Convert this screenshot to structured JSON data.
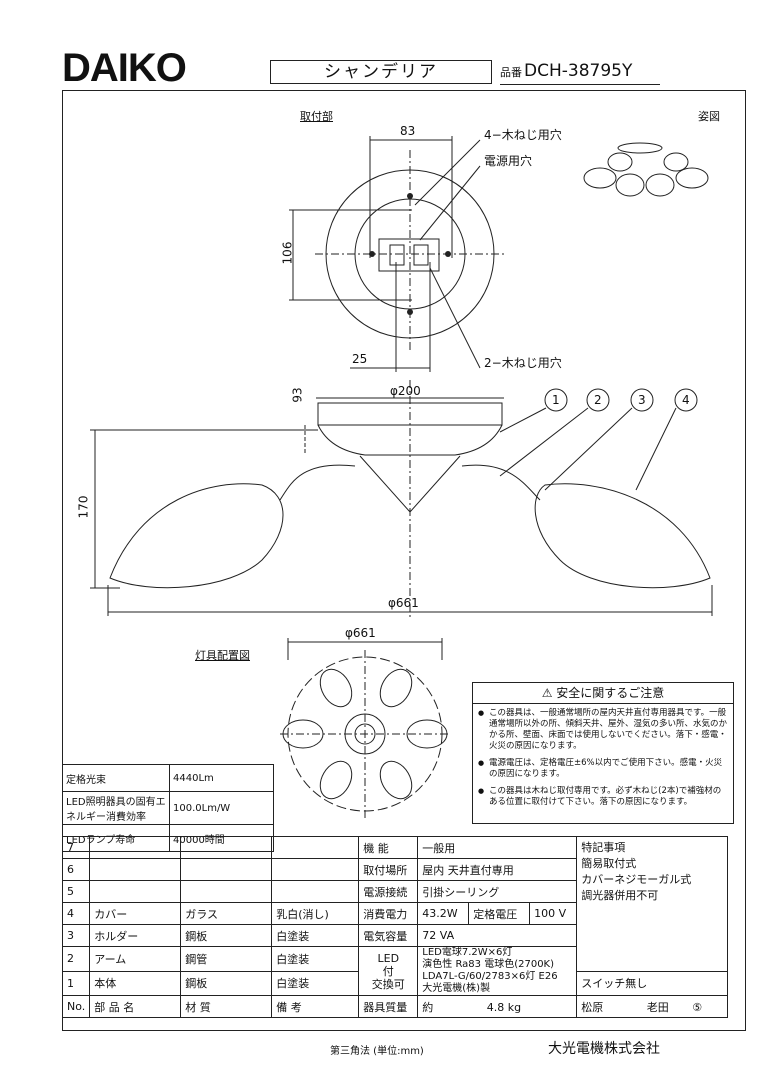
{
  "logo": "DAIKO",
  "title": "シャンデリア",
  "model_label": "品番",
  "model": "DCH-38795Y",
  "view_labels": {
    "mount": "取付部",
    "perspective": "姿図",
    "layout": "灯具配置図"
  },
  "dims": {
    "d83": "83",
    "d106": "106",
    "d25": "25",
    "d93": "93",
    "d170": "170",
    "d200": "φ200",
    "d661a": "φ661",
    "d661b": "φ661"
  },
  "callouts": {
    "screw4": "4−木ねじ用穴",
    "power": "電源用穴",
    "screw2": "2−木ねじ用穴",
    "n1": "1",
    "n2": "2",
    "n3": "3",
    "n4": "4"
  },
  "safety": {
    "title": "安全に関するご注意",
    "items": [
      "この器具は、一般通常場所の屋内天井直付専用器具です。一般通常場所以外の所、傾斜天井、屋外、湿気の多い所、水気のかかる所、壁面、床面では使用しないでください。落下・感電・火災の原因になります。",
      "電源電圧は、定格電圧±6%以内でご使用下さい。感電・火災の原因になります。",
      "この器具は木ねじ取付専用です。必ず木ねじ(2本)で補強材のある位置に取付けて下さい。落下の原因になります。"
    ]
  },
  "spec": [
    {
      "k": "定格光束",
      "v": "4440Lm"
    },
    {
      "k": "LED照明器具の固有エネルギー消費効率",
      "v": "100.0Lm/W"
    },
    {
      "k": "LEDランプ寿命",
      "v": "40000時間"
    }
  ],
  "parts_rows": [
    {
      "no": "7",
      "name": "",
      "mat": "",
      "finish": ""
    },
    {
      "no": "6",
      "name": "",
      "mat": "",
      "finish": ""
    },
    {
      "no": "5",
      "name": "",
      "mat": "",
      "finish": ""
    },
    {
      "no": "4",
      "name": "カバー",
      "mat": "ガラス",
      "finish": "乳白(消し)"
    },
    {
      "no": "3",
      "name": "ホルダー",
      "mat": "鋼板",
      "finish": "白塗装"
    },
    {
      "no": "2",
      "name": "アーム",
      "mat": "鋼管",
      "finish": "白塗装"
    },
    {
      "no": "1",
      "name": "本体",
      "mat": "鋼板",
      "finish": "白塗装"
    }
  ],
  "parts_header": {
    "no": "No.",
    "name": "部 品 名",
    "mat": "材 質",
    "finish": "備 考"
  },
  "info": {
    "function_k": "機 能",
    "function_v": "一般用",
    "place_k": "取付場所",
    "place_v": "屋内 天井直付専用",
    "conn_k": "電源接続",
    "conn_v": "引掛シーリング",
    "power_k": "消費電力",
    "power_v": "43.2W",
    "volt_k": "定格電圧",
    "volt_v": "100 V",
    "cap_k": "電気容量",
    "cap_v": "72 VA",
    "led_k1": "LED",
    "led_k2": "付",
    "led_k3": "交換可",
    "led_v1": "LED電球7.2W×6灯",
    "led_v2": "演色性 Ra83 電球色(2700K)",
    "led_v3": "LDA7L-G/60/2783×6灯 E26",
    "led_v4": "大光電機(株)製",
    "mass_k": "器具質量",
    "mass_v": "約",
    "mass_n": "4.8 kg",
    "notes_k": "特記事項",
    "notes": [
      "簡易取付式",
      "カバーネジモーガル式",
      "調光器併用不可"
    ],
    "switch": "スイッチ無し",
    "sign1": "松原",
    "sign2": "老田",
    "sign3": "⑤"
  },
  "footer": {
    "method": "第三角法 (単位:mm)",
    "company": "大光電機株式会社"
  }
}
